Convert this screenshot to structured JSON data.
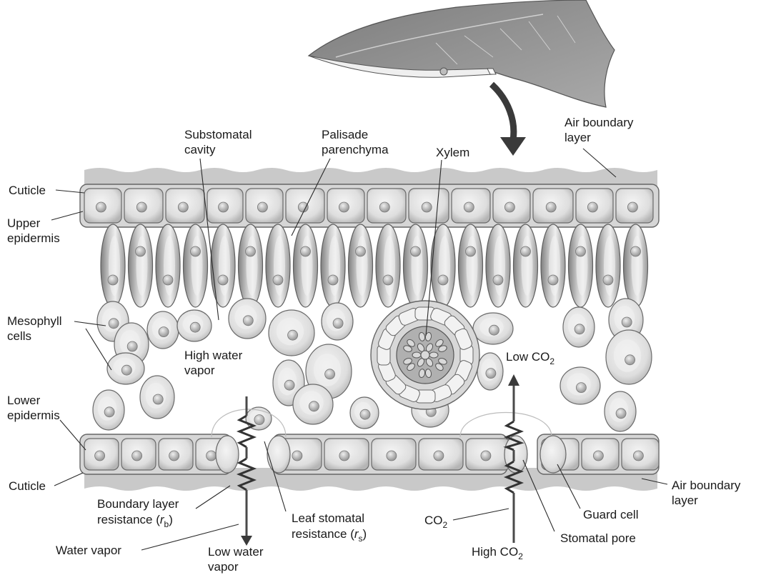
{
  "labels": {
    "substomatal_cavity": [
      "Substomatal",
      "cavity"
    ],
    "palisade_parenchyma": [
      "Palisade",
      "parenchyma"
    ],
    "xylem": "Xylem",
    "air_boundary_layer_top": [
      "Air boundary",
      "layer"
    ],
    "cuticle_top": "Cuticle",
    "upper_epidermis": [
      "Upper",
      "epidermis"
    ],
    "mesophyll_cells": [
      "Mesophyll",
      "cells"
    ],
    "high_water_vapor": [
      "High water",
      "vapor"
    ],
    "low_co2": {
      "text": "Low CO",
      "sub": "2"
    },
    "lower_epidermis": [
      "Lower",
      "epidermis"
    ],
    "cuticle_bottom": "Cuticle",
    "air_boundary_layer_bottom": [
      "Air boundary",
      "layer"
    ],
    "boundary_layer_resistance": {
      "line1": "Boundary layer",
      "line2_pre": "resistance (",
      "var": "r",
      "sub": "b",
      "line2_post": ")"
    },
    "leaf_stomatal_resistance": {
      "line1": "Leaf stomatal",
      "line2_pre": "resistance (",
      "var": "r",
      "sub": "s",
      "line2_post": ")"
    },
    "co2": {
      "text": "CO",
      "sub": "2"
    },
    "guard_cell": "Guard cell",
    "stomatal_pore": "Stomatal pore",
    "water_vapor": "Water vapor",
    "low_water_vapor": [
      "Low water",
      "vapor"
    ],
    "high_co2": {
      "text": "High CO",
      "sub": "2"
    }
  },
  "colors": {
    "boundary_layer": "#c9c9c9",
    "cell_fill": "#e2e2e2",
    "cell_stroke": "#6a6a6a",
    "palisade_dark": "#8c8c8c",
    "nucleus": "#b8b8b8",
    "arrow": "#4a4a4a",
    "leaf": "#9a9a9a"
  }
}
